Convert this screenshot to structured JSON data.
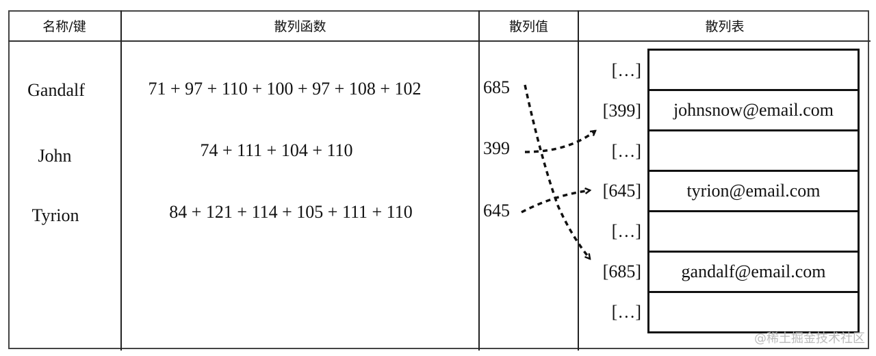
{
  "headers": {
    "key": "名称/键",
    "hash_function": "散列函数",
    "hash_value": "散列值",
    "hash_table": "散列表"
  },
  "rows": [
    {
      "key": "Gandalf",
      "formula": "71 + 97 + 110 + 100 + 97 + 108 + 102",
      "hash": "685"
    },
    {
      "key": "John",
      "formula": "74 + 111 + 104 + 110",
      "hash": "399"
    },
    {
      "key": "Tyrion",
      "formula": "84 + 121 + 114 + 105 + 111 + 110",
      "hash": "645"
    }
  ],
  "table": {
    "slots": [
      {
        "index": "[…]",
        "value": ""
      },
      {
        "index": "[399]",
        "value": "johnsnow@email.com"
      },
      {
        "index": "[…]",
        "value": ""
      },
      {
        "index": "[645]",
        "value": "tyrion@email.com"
      },
      {
        "index": "[…]",
        "value": ""
      },
      {
        "index": "[685]",
        "value": "gandalf@email.com"
      },
      {
        "index": "[…]",
        "value": ""
      }
    ]
  },
  "arrows": [
    {
      "from": "685",
      "to": "[685]"
    },
    {
      "from": "399",
      "to": "[399]"
    },
    {
      "from": "645",
      "to": "[645]"
    }
  ],
  "watermark": "@稀土掘金技术社区"
}
